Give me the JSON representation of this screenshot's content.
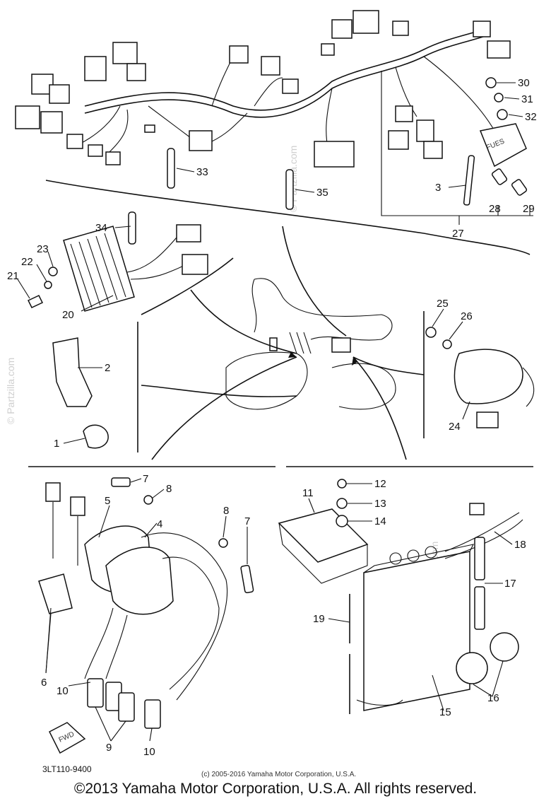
{
  "diagram": {
    "drawing_code": "3LT110-9400",
    "small_notice": "(c) 2005-2016 Yamaha Motor Corporation, U.S.A.",
    "copyright": "©2013 Yamaha Motor Corporation, U.S.A. All rights reserved.",
    "watermark": "© Partzilla.com",
    "fuse_box_label": "FUES",
    "fwd_label": "FWD",
    "callouts": [
      "30",
      "31",
      "32",
      "33",
      "35",
      "3",
      "28",
      "29",
      "27",
      "34",
      "23",
      "22",
      "21",
      "20",
      "25",
      "26",
      "24",
      "2",
      "1",
      "7",
      "8",
      "5",
      "4",
      "6",
      "10",
      "9",
      "12",
      "11",
      "13",
      "14",
      "18",
      "17",
      "19",
      "15",
      "16"
    ]
  }
}
